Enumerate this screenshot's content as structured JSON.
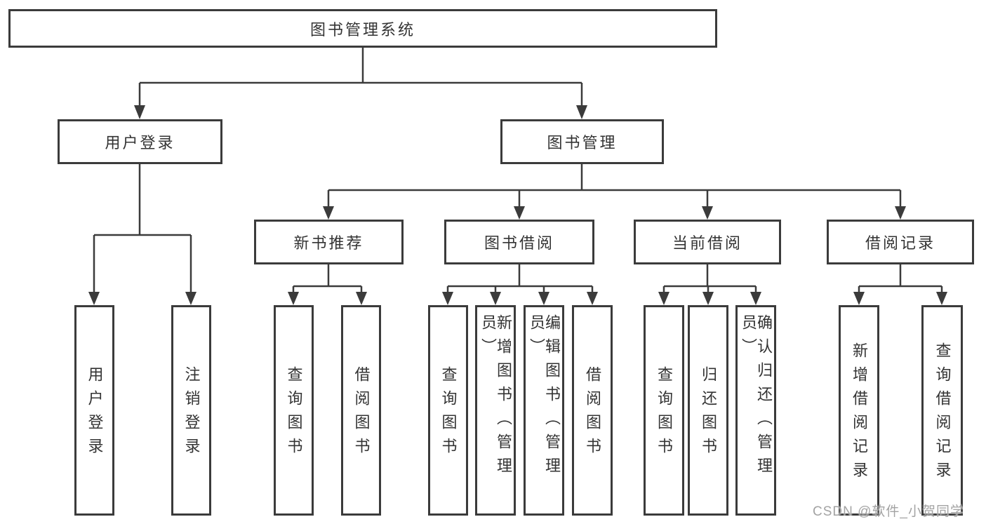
{
  "diagram": {
    "title": "图书管理系统",
    "watermark": "CSDN @软件_小贺同学",
    "colors": {
      "line": "#3b3b3b",
      "box_border": "#3b3b3b",
      "box_fill": "#ffffff",
      "text": "#333333",
      "watermark": "#a3a3a3",
      "background": "#ffffff"
    },
    "nodes": {
      "root": {
        "label": "图书管理系统"
      },
      "user_login": {
        "label": "用户登录"
      },
      "book_mgmt": {
        "label": "图书管理"
      },
      "new_book_rec": {
        "label": "新书推荐"
      },
      "book_borrow": {
        "label": "图书借阅"
      },
      "current_borrow": {
        "label": "当前借阅"
      },
      "borrow_records": {
        "label": "借阅记录"
      },
      "leaf_user_login": {
        "label": "用户登录"
      },
      "leaf_logout": {
        "label": "注销登录"
      },
      "leaf_query_books_1": {
        "label": "查询图书"
      },
      "leaf_borrow_books_1": {
        "label": "借阅图书"
      },
      "leaf_query_books_2": {
        "label": "查询图书"
      },
      "leaf_add_book": {
        "label": "新增图书（管理员）"
      },
      "leaf_edit_book": {
        "label": "编辑图书（管理员）"
      },
      "leaf_borrow_books_2": {
        "label": "借阅图书"
      },
      "leaf_query_books_3": {
        "label": "查询图书"
      },
      "leaf_return_book": {
        "label": "归还图书"
      },
      "leaf_confirm_return": {
        "label": "确认归还（管理员）"
      },
      "leaf_add_record": {
        "label": "新增借阅记录"
      },
      "leaf_query_record": {
        "label": "查询借阅记录"
      }
    },
    "edges": [
      {
        "from": "root",
        "to": "user_login"
      },
      {
        "from": "root",
        "to": "book_mgmt"
      },
      {
        "from": "user_login",
        "to": "leaf_user_login"
      },
      {
        "from": "user_login",
        "to": "leaf_logout"
      },
      {
        "from": "book_mgmt",
        "to": "new_book_rec"
      },
      {
        "from": "book_mgmt",
        "to": "book_borrow"
      },
      {
        "from": "book_mgmt",
        "to": "current_borrow"
      },
      {
        "from": "book_mgmt",
        "to": "borrow_records"
      },
      {
        "from": "new_book_rec",
        "to": "leaf_query_books_1"
      },
      {
        "from": "new_book_rec",
        "to": "leaf_borrow_books_1"
      },
      {
        "from": "book_borrow",
        "to": "leaf_query_books_2"
      },
      {
        "from": "book_borrow",
        "to": "leaf_add_book"
      },
      {
        "from": "book_borrow",
        "to": "leaf_edit_book"
      },
      {
        "from": "book_borrow",
        "to": "leaf_borrow_books_2"
      },
      {
        "from": "current_borrow",
        "to": "leaf_query_books_3"
      },
      {
        "from": "current_borrow",
        "to": "leaf_return_book"
      },
      {
        "from": "current_borrow",
        "to": "leaf_confirm_return"
      },
      {
        "from": "borrow_records",
        "to": "leaf_add_record"
      },
      {
        "from": "borrow_records",
        "to": "leaf_query_record"
      }
    ]
  }
}
